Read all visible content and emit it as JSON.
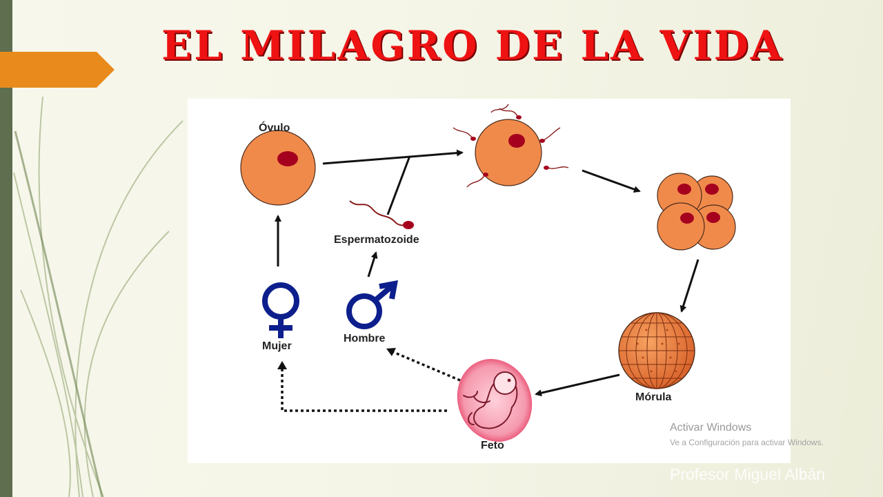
{
  "slide": {
    "title": "EL MILAGRO DE LA VIDA",
    "author": "Profesor Miguel Albán"
  },
  "colors": {
    "title": "#ee1212",
    "sidebar": "#5e6e4f",
    "accent_tab": "#e98b1c",
    "cell": "#f08a4b",
    "nucleus": "#a5001d",
    "symbols": "#0d1f8c",
    "fetus_sac": "#e63d62"
  },
  "diagram": {
    "labels": {
      "ovulo": "Óvulo",
      "espermatozoide": "Espermatozoide",
      "mujer": "Mujer",
      "hombre": "Hombre",
      "morula": "Mórula",
      "feto": "Feto"
    },
    "symbols": {
      "female": "♀",
      "male": "♂"
    }
  },
  "watermark": {
    "line1": "Activar Windows",
    "line2": "Ve a Configuración para activar Windows."
  }
}
